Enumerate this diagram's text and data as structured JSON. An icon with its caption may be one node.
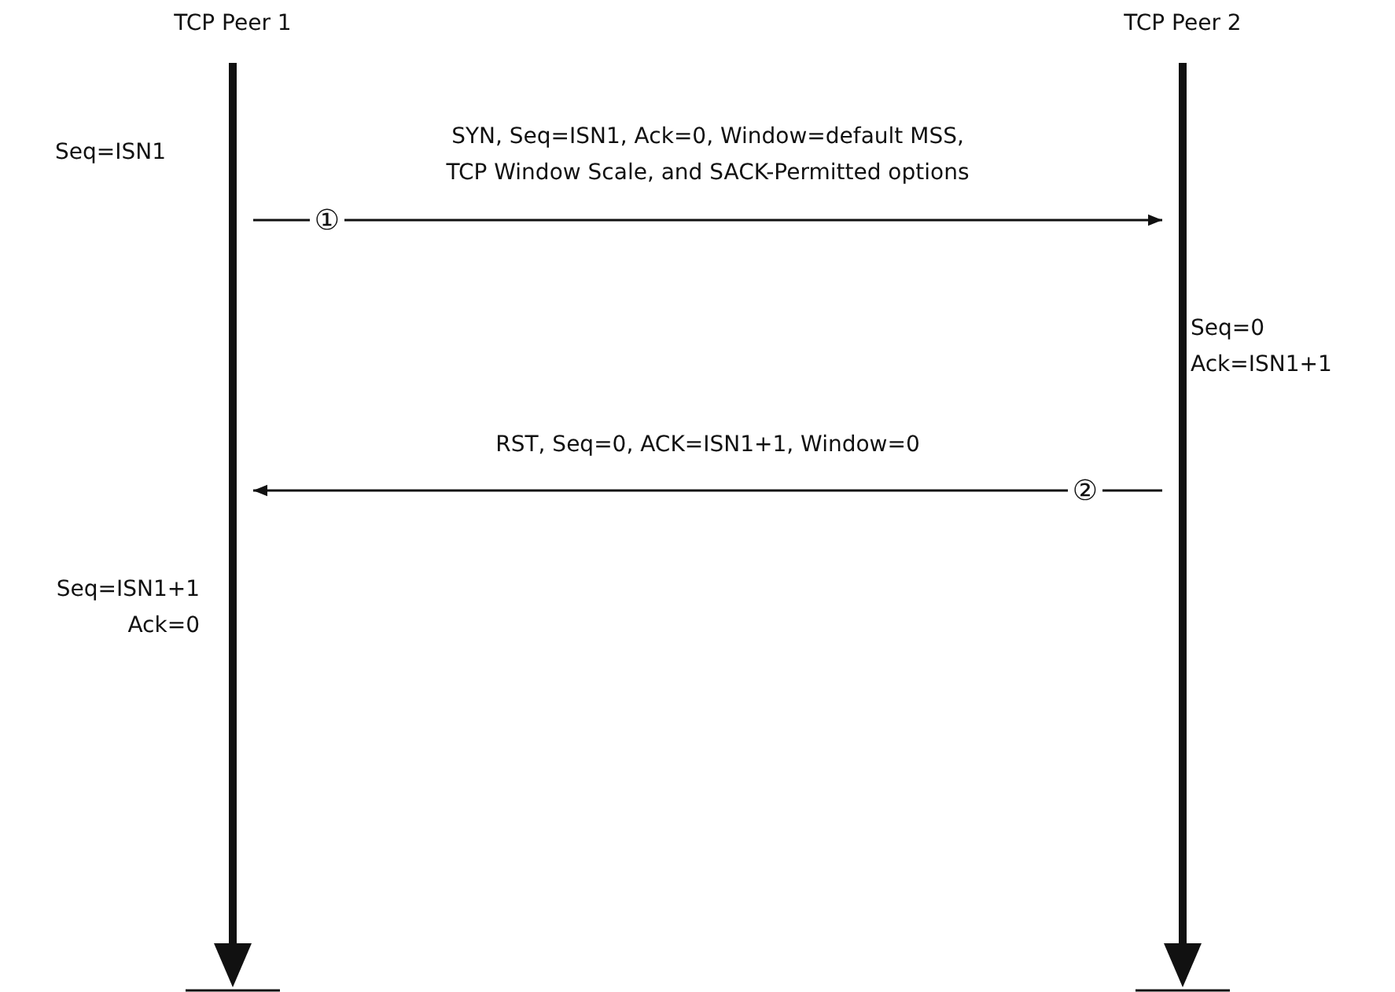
{
  "diagram": {
    "nodes": [
      {
        "text": [],
        "shape": "bar"
      },
      {
        "text": [],
        "shape": "bar"
      }
    ],
    "edges": [
      {
        "from": 0,
        "to": 1,
        "arrow": "to",
        "label": "SYN, Seq=ISN1, Ack=0, Window=default MSS, TCP Window Scale, and SACK-Permitted options"
      },
      {
        "from": 1,
        "to": 0,
        "arrow": "to",
        "label": "RST, Seq=0, ACK=ISN1+1, Window=0"
      }
    ],
    "labels": [
      "TCP Peer 1",
      "TCP Peer 2",
      "Seq=ISN1",
      "①",
      "Seq=0 Ack=ISN1+1",
      "②",
      "Seq=ISN1+1 Ack=0"
    ]
  }
}
